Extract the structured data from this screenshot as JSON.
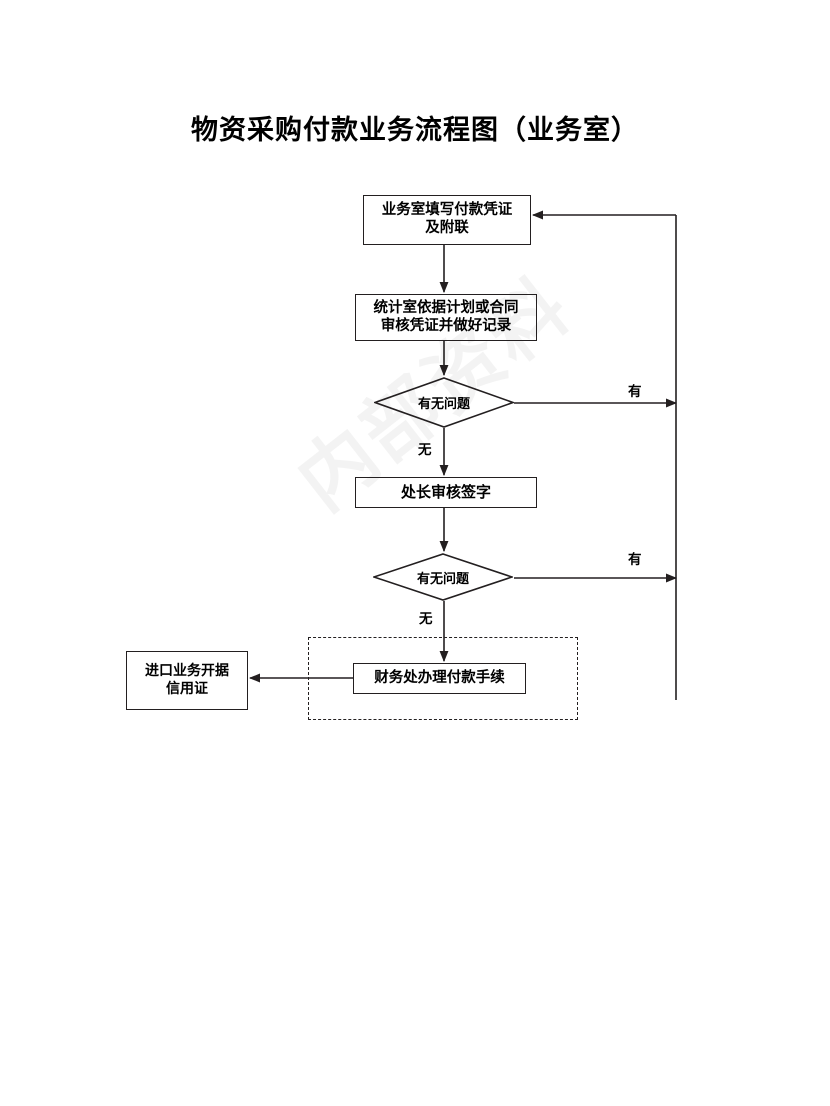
{
  "document": {
    "title": "物资采购付款业务流程图（业务室）",
    "watermark_text": "内部资料"
  },
  "colors": {
    "stroke": "#231f20",
    "text": "#000000",
    "background": "#ffffff"
  },
  "flowchart": {
    "type": "process-flow-diagram",
    "nodes": [
      {
        "id": "voucher",
        "shape": "rectangle",
        "label": "业务室填写付款凭证\n及附联"
      },
      {
        "id": "statistics",
        "shape": "rectangle",
        "label": "统计室依据计划或合同\n审核凭证并做好记录"
      },
      {
        "id": "decision1",
        "shape": "diamond",
        "label": "有无问题"
      },
      {
        "id": "signature",
        "shape": "rectangle",
        "label": "处长审核签字"
      },
      {
        "id": "decision2",
        "shape": "diamond",
        "label": "有无问题"
      },
      {
        "id": "finance",
        "shape": "rectangle",
        "label": "财务处办理付款手续"
      },
      {
        "id": "import",
        "shape": "rectangle",
        "label": "进口业务开据\n信用证"
      }
    ],
    "group": {
      "id": "finance-group",
      "style": "dashed",
      "label": ""
    },
    "edges": [
      {
        "from": "voucher",
        "to": "statistics",
        "label": ""
      },
      {
        "from": "statistics",
        "to": "decision1",
        "label": ""
      },
      {
        "from": "decision1",
        "to": "signature",
        "label": "无"
      },
      {
        "from": "decision1",
        "to": "voucher",
        "label": "有"
      },
      {
        "from": "signature",
        "to": "decision2",
        "label": ""
      },
      {
        "from": "decision2",
        "to": "finance",
        "label": "无"
      },
      {
        "from": "decision2",
        "to": "voucher",
        "label": "有"
      },
      {
        "from": "finance",
        "to": "import",
        "label": ""
      }
    ]
  }
}
